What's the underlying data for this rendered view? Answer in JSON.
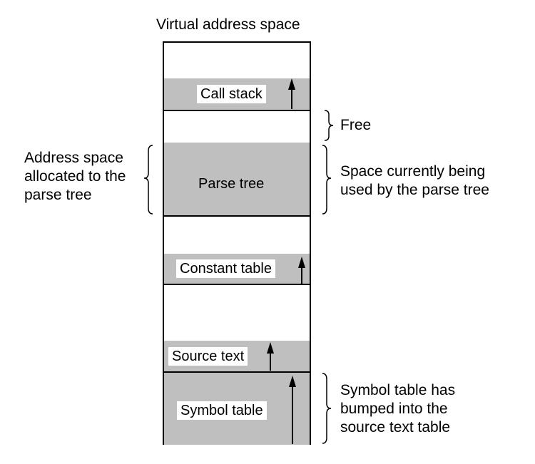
{
  "title": "Virtual address space",
  "segments": {
    "call_stack": "Call stack",
    "parse_tree": "Parse tree",
    "constant_table": "Constant table",
    "source_text": "Source text",
    "symbol_table": "Symbol table"
  },
  "annotations": {
    "free": "Free",
    "allocated_line1": "Address space",
    "allocated_line2": "allocated to the",
    "allocated_line3": "parse tree",
    "used_line1": "Space currently being",
    "used_line2": "used by the parse tree",
    "bumped_line1": "Symbol table has",
    "bumped_line2": "bumped into the",
    "bumped_line3": "source text table"
  }
}
